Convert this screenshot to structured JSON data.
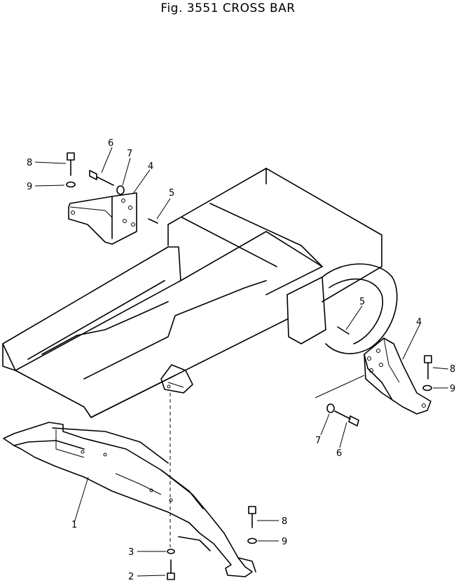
{
  "figure": {
    "title": "Fig. 3551  CROSS BAR"
  },
  "callouts": {
    "c1": "1",
    "c2": "2",
    "c3": "3",
    "c4_left": "4",
    "c4_right": "4",
    "c5_left": "5",
    "c5_right": "5",
    "c6_left": "6",
    "c6_right": "6",
    "c7_left": "7",
    "c7_right": "7",
    "c8_left": "8",
    "c8_right": "8",
    "c8_bottom": "8",
    "c9_left": "9",
    "c9_right": "9",
    "c9_bottom": "9"
  }
}
